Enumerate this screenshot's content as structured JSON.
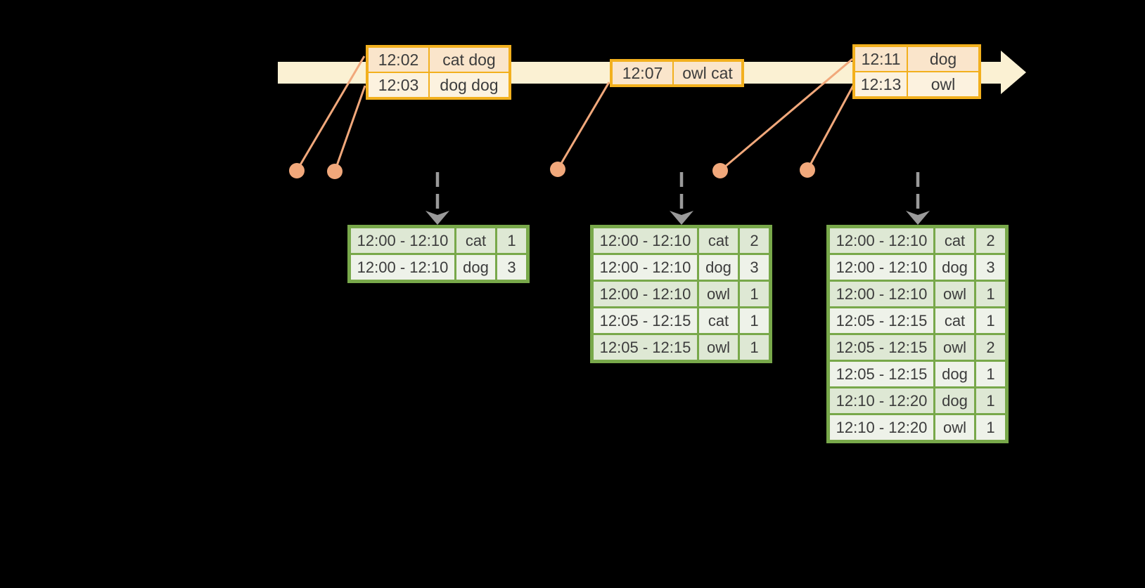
{
  "colors": {
    "background": "#000000",
    "timeline_fill": "#FBF1D3",
    "event_table_border": "#F2B01E",
    "event_row_fill_dark": "#FAE5CB",
    "event_row_fill_light": "#FCF2DF",
    "marker_salmon": "#F1A87B",
    "result_table_border": "#78A84A",
    "result_row_fill_dark": "#DEE8D4",
    "result_row_fill_light": "#EEF2E9",
    "trigger_arrow_gray": "#9A9A9A",
    "text": "#3C3C3C"
  },
  "event_tables": [
    {
      "rows": [
        {
          "time": "12:02",
          "words": "cat dog"
        },
        {
          "time": "12:03",
          "words": "dog dog"
        }
      ]
    },
    {
      "rows": [
        {
          "time": "12:07",
          "words": "owl cat"
        }
      ]
    },
    {
      "rows": [
        {
          "time": "12:11",
          "words": "dog"
        },
        {
          "time": "12:13",
          "words": "owl"
        }
      ]
    }
  ],
  "result_tables": [
    {
      "rows": [
        {
          "window": "12:00 - 12:10",
          "word": "cat",
          "count": "1"
        },
        {
          "window": "12:00 - 12:10",
          "word": "dog",
          "count": "3"
        }
      ]
    },
    {
      "rows": [
        {
          "window": "12:00 - 12:10",
          "word": "cat",
          "count": "2"
        },
        {
          "window": "12:00 - 12:10",
          "word": "dog",
          "count": "3"
        },
        {
          "window": "12:00 - 12:10",
          "word": "owl",
          "count": "1"
        },
        {
          "window": "12:05 - 12:15",
          "word": "cat",
          "count": "1"
        },
        {
          "window": "12:05 - 12:15",
          "word": "owl",
          "count": "1"
        }
      ]
    },
    {
      "rows": [
        {
          "window": "12:00 - 12:10",
          "word": "cat",
          "count": "2"
        },
        {
          "window": "12:00 - 12:10",
          "word": "dog",
          "count": "3"
        },
        {
          "window": "12:00 - 12:10",
          "word": "owl",
          "count": "1"
        },
        {
          "window": "12:05 - 12:15",
          "word": "cat",
          "count": "1"
        },
        {
          "window": "12:05 - 12:15",
          "word": "owl",
          "count": "2"
        },
        {
          "window": "12:05 - 12:15",
          "word": "dog",
          "count": "1"
        },
        {
          "window": "12:10 - 12:20",
          "word": "dog",
          "count": "1"
        },
        {
          "window": "12:10 - 12:20",
          "word": "owl",
          "count": "1"
        }
      ]
    }
  ]
}
